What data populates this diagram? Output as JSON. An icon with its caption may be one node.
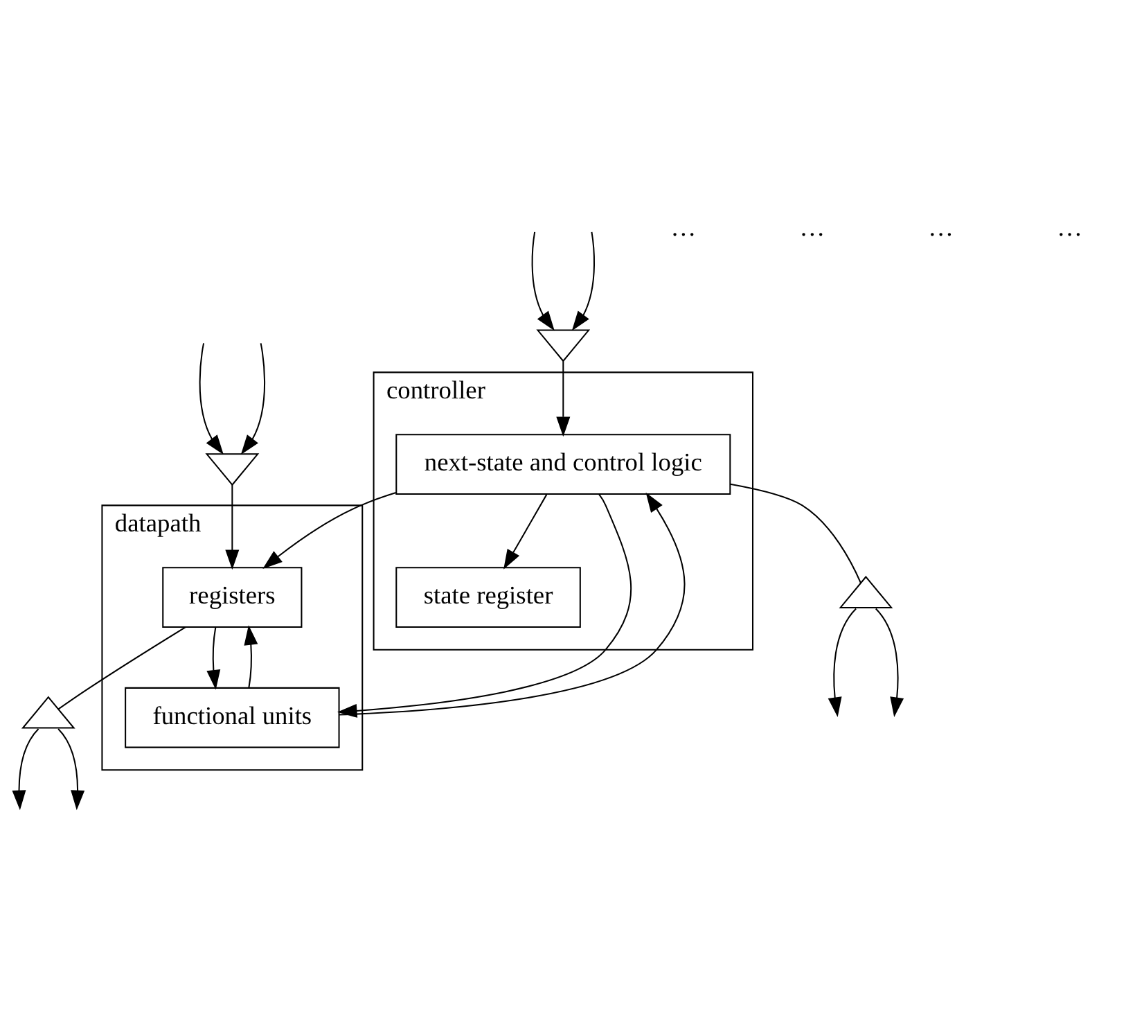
{
  "diagram": {
    "nodes": [
      {
        "text": [
          "controller"
        ]
      },
      {
        "text": [
          "next-state and control logic"
        ],
        "in": 0
      },
      {
        "text": [
          "state register"
        ],
        "in": 0
      },
      {
        "text": [
          "datapath"
        ]
      },
      {
        "text": [
          "registers"
        ],
        "in": 3
      },
      {
        "text": [
          "functional units"
        ],
        "in": 3
      },
      {
        "text": [],
        "shape": "triangle"
      },
      {
        "text": [],
        "shape": "triangle"
      },
      {
        "text": [],
        "shape": "triangle"
      },
      {
        "text": [],
        "shape": "triangle"
      }
    ],
    "edges": [
      {
        "from": null,
        "to": 6,
        "arrow": "to"
      },
      {
        "from": null,
        "to": 6,
        "arrow": "to"
      },
      {
        "from": 6,
        "to": 1,
        "arrow": "to"
      },
      {
        "from": null,
        "to": 7,
        "arrow": "to"
      },
      {
        "from": null,
        "to": 7,
        "arrow": "to"
      },
      {
        "from": 7,
        "to": 4,
        "arrow": "to"
      },
      {
        "from": 1,
        "to": 4,
        "arrow": "to"
      },
      {
        "from": 1,
        "to": 5,
        "arrow": "to"
      },
      {
        "from": 5,
        "to": 1,
        "arrow": "to"
      },
      {
        "from": 1,
        "to": 2,
        "arrow": "to"
      },
      {
        "from": 4,
        "to": 5,
        "arrow": "to"
      },
      {
        "from": 5,
        "to": 4,
        "arrow": "to"
      },
      {
        "from": 1,
        "to": 8,
        "arrow": "none"
      },
      {
        "from": 8,
        "to": null,
        "arrow": "to"
      },
      {
        "from": 8,
        "to": null,
        "arrow": "to"
      },
      {
        "from": 4,
        "to": 9,
        "arrow": "none"
      },
      {
        "from": 9,
        "to": null,
        "arrow": "to"
      },
      {
        "from": 9,
        "to": null,
        "arrow": "to"
      }
    ],
    "labels": [
      "…",
      "…",
      "…",
      "…"
    ]
  }
}
